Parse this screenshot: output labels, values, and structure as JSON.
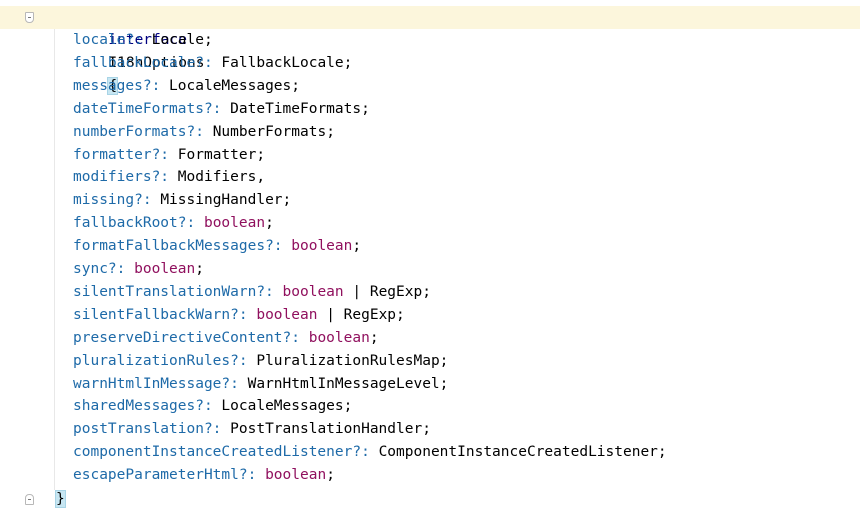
{
  "editor": {
    "interface_keyword": "interface",
    "interface_name": "I18nOptions",
    "open_brace": "{",
    "close_brace": "}",
    "members": [
      {
        "name": "locale",
        "optional": "?:",
        "types": [
          "Locale"
        ],
        "primitive": [
          false
        ],
        "sep": ";"
      },
      {
        "name": "fallbackLocale",
        "optional": "?:",
        "types": [
          "FallbackLocale"
        ],
        "primitive": [
          false
        ],
        "sep": ";"
      },
      {
        "name": "messages",
        "optional": "?:",
        "types": [
          "LocaleMessages"
        ],
        "primitive": [
          false
        ],
        "sep": ";"
      },
      {
        "name": "dateTimeFormats",
        "optional": "?:",
        "types": [
          "DateTimeFormats"
        ],
        "primitive": [
          false
        ],
        "sep": ";"
      },
      {
        "name": "numberFormats",
        "optional": "?:",
        "types": [
          "NumberFormats"
        ],
        "primitive": [
          false
        ],
        "sep": ";"
      },
      {
        "name": "formatter",
        "optional": "?:",
        "types": [
          "Formatter"
        ],
        "primitive": [
          false
        ],
        "sep": ";"
      },
      {
        "name": "modifiers",
        "optional": "?:",
        "types": [
          "Modifiers"
        ],
        "primitive": [
          false
        ],
        "sep": ","
      },
      {
        "name": "missing",
        "optional": "?:",
        "types": [
          "MissingHandler"
        ],
        "primitive": [
          false
        ],
        "sep": ";"
      },
      {
        "name": "fallbackRoot",
        "optional": "?:",
        "types": [
          "boolean"
        ],
        "primitive": [
          true
        ],
        "sep": ";"
      },
      {
        "name": "formatFallbackMessages",
        "optional": "?:",
        "types": [
          "boolean"
        ],
        "primitive": [
          true
        ],
        "sep": ";"
      },
      {
        "name": "sync",
        "optional": "?:",
        "types": [
          "boolean"
        ],
        "primitive": [
          true
        ],
        "sep": ";"
      },
      {
        "name": "silentTranslationWarn",
        "optional": "?:",
        "types": [
          "boolean",
          "RegExp"
        ],
        "primitive": [
          true,
          false
        ],
        "sep": ";"
      },
      {
        "name": "silentFallbackWarn",
        "optional": "?:",
        "types": [
          "boolean",
          "RegExp"
        ],
        "primitive": [
          true,
          false
        ],
        "sep": ";"
      },
      {
        "name": "preserveDirectiveContent",
        "optional": "?:",
        "types": [
          "boolean"
        ],
        "primitive": [
          true
        ],
        "sep": ";"
      },
      {
        "name": "pluralizationRules",
        "optional": "?:",
        "types": [
          "PluralizationRulesMap"
        ],
        "primitive": [
          false
        ],
        "sep": ";"
      },
      {
        "name": "warnHtmlInMessage",
        "optional": "?:",
        "types": [
          "WarnHtmlInMessageLevel"
        ],
        "primitive": [
          false
        ],
        "sep": ";"
      },
      {
        "name": "sharedMessages",
        "optional": "?:",
        "types": [
          "LocaleMessages"
        ],
        "primitive": [
          false
        ],
        "sep": ";"
      },
      {
        "name": "postTranslation",
        "optional": "?:",
        "types": [
          "PostTranslationHandler"
        ],
        "primitive": [
          false
        ],
        "sep": ";"
      },
      {
        "name": "componentInstanceCreatedListener",
        "optional": "?:",
        "types": [
          "ComponentInstanceCreatedListener"
        ],
        "primitive": [
          false
        ],
        "sep": ";"
      },
      {
        "name": "escapeParameterHtml",
        "optional": "?:",
        "types": [
          "boolean"
        ],
        "primitive": [
          true
        ],
        "sep": ";"
      }
    ],
    "union_separator": "|"
  },
  "colors": {
    "keyword": "#000080",
    "property": "#1e6aa8",
    "primitive_type": "#90105e",
    "current_line": "#fcf6dc",
    "brace_match": "#c7e6f2"
  },
  "icons": [
    "fold-open-icon",
    "fold-close-icon"
  ]
}
